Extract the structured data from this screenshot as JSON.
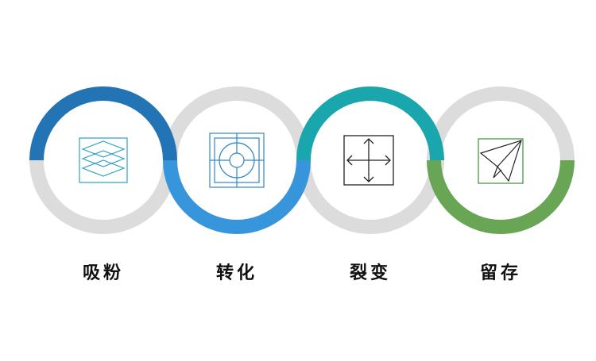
{
  "steps": [
    {
      "label": "吸粉",
      "icon": "layers-icon",
      "color": "#2274B5",
      "highlight": "top"
    },
    {
      "label": "转化",
      "icon": "target-icon",
      "color": "#3796DB",
      "highlight": "bottom"
    },
    {
      "label": "裂变",
      "icon": "expand-arrows-icon",
      "color": "#19A6AC",
      "highlight": "top"
    },
    {
      "label": "留存",
      "icon": "paper-plane-icon",
      "color": "#68A655",
      "highlight": "bottom"
    }
  ],
  "ring_color": "#DCDCDC",
  "icon_color_step4": "#3E8E35"
}
